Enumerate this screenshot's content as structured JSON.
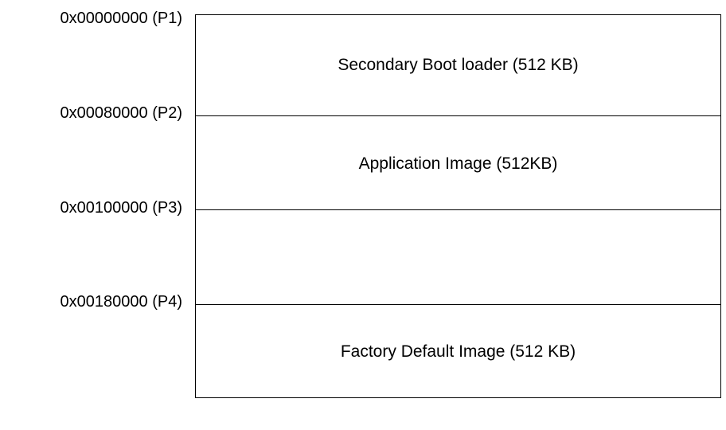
{
  "addresses": [
    "0x00000000 (P1)",
    "0x00080000 (P2)",
    "0x00100000 (P3)",
    "0x00180000 (P4)"
  ],
  "regions": [
    "Secondary Boot loader (512 KB)",
    "Application Image (512KB)",
    "",
    "Factory Default Image (512 KB)"
  ]
}
